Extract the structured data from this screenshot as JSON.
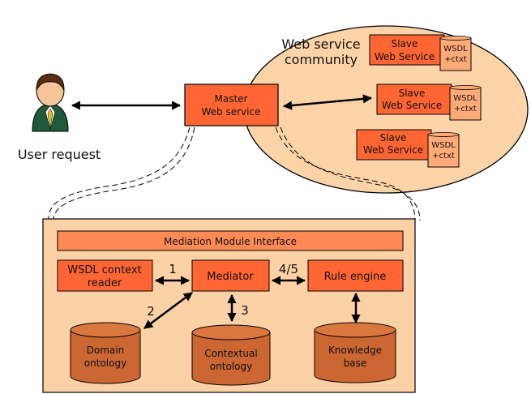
{
  "user": {
    "label": "User request"
  },
  "master": {
    "line1": "Master",
    "line2": "Web service"
  },
  "community": {
    "line1": "Web service",
    "line2": "community"
  },
  "slaves": [
    {
      "line1": "Slave",
      "line2": "Web Service",
      "doc1": "WSDL",
      "doc2": "+ctxt"
    },
    {
      "line1": "Slave",
      "line2": "Web Service",
      "doc1": "WSDL",
      "doc2": "+ctxt"
    },
    {
      "line1": "Slave",
      "line2": "Web Service",
      "doc1": "WSDL",
      "doc2": "+ctxt"
    }
  ],
  "module": {
    "interface": "Mediation Module Interface",
    "reader": {
      "line1": "WSDL context",
      "line2": "reader"
    },
    "mediator": "Mediator",
    "rule_engine": "Rule engine",
    "domain": {
      "line1": "Domain",
      "line2": "ontology"
    },
    "contextual": {
      "line1": "Contextual",
      "line2": "ontology"
    },
    "knowledge": {
      "line1": "Knowledge",
      "line2": "base"
    },
    "edges": {
      "reader_mediator": "1",
      "mediator_domain": "2",
      "mediator_contextual": "3",
      "mediator_rule": "4/5"
    }
  },
  "colors": {
    "box_fill": "#ff6633",
    "box_light": "#ffaa77",
    "ellipse_fill": "#fdd4a8",
    "panel_fill": "#fcd1a5",
    "cylinder": "#cc6633",
    "cylinder_top": "#d9773f",
    "stroke": "#000000",
    "skin": "#f5c597",
    "hair": "#5a2d10",
    "suit": "#1f5a3a",
    "tie": "#e0c01a"
  }
}
